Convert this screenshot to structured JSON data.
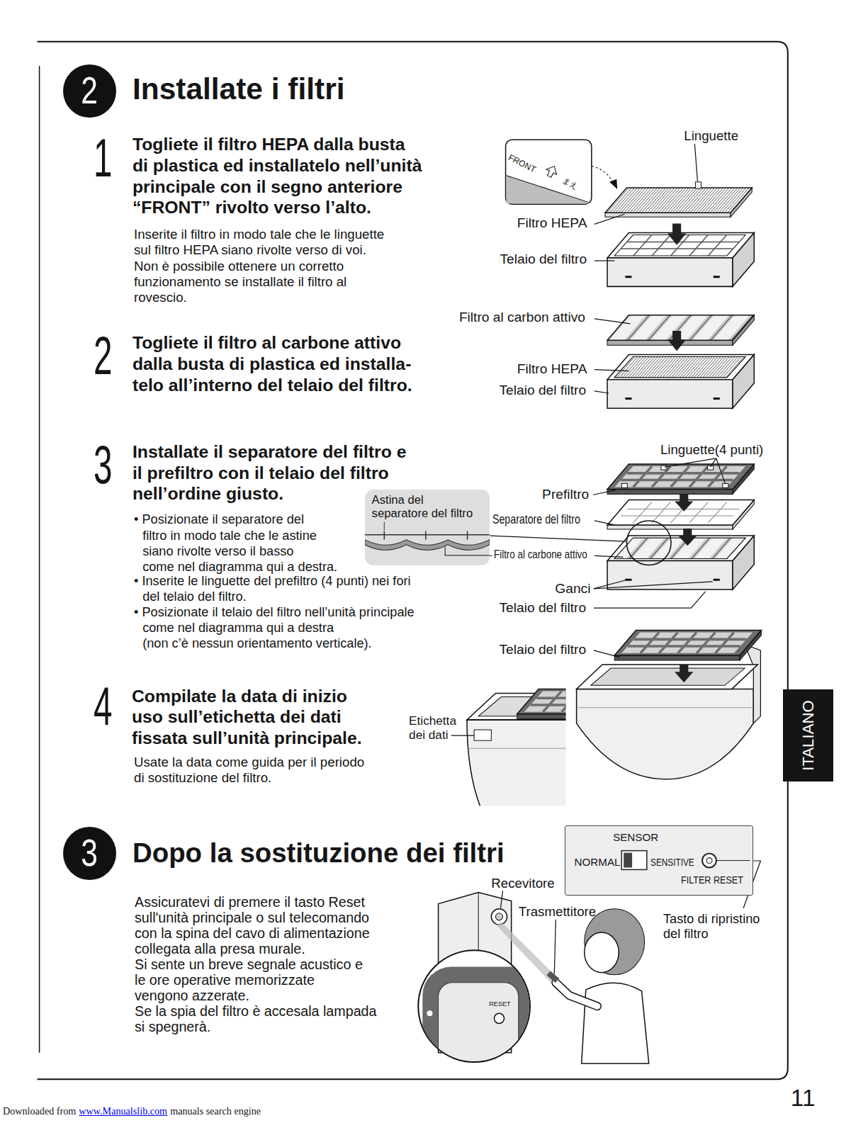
{
  "diagram": {
    "nodes": [
      {
        "text": [
          "2"
        ]
      },
      {
        "text": [
          "Astina del separatore del filtro"
        ]
      },
      {
        "text": [
          "ITALIANO"
        ]
      },
      {
        "text": [
          "3"
        ]
      },
      {
        "text": [
          "SENSOR",
          "NORMAL",
          "SENSITIVE",
          "FILTER RESET"
        ]
      }
    ],
    "labels": [
      "Installate i filtri",
      "1",
      "Togliete il filtro HEPA dalla busta di plastica ed installatelo nell’unità principale con il segno anteriore “FRONT” rivolto verso l’alto.",
      "Inserite il filtro in modo tale che le linguette sul filtro HEPA siano rivolte verso di voi. Non è possibile ottenere un corretto funzionamento se installate il filtro al rovescio.",
      "Linguette",
      "FRONT",
      "まえ",
      "Filtro HEPA",
      "Telaio del filtro",
      "Filtro al carbon attivo",
      "2",
      "Togliete il filtro al carbone attivo dalla busta di plastica ed installa- telo all’interno del telaio del filtro.",
      "Filtro HEPA",
      "Telaio del filtro",
      "3",
      "Installate il separatore del filtro e il prefiltro con il telaio del filtro nell’ordine giusto.",
      "Linguette(4 punti)",
      "Prefiltro",
      "Separatore del filtro",
      "Filtro al carbone attivo",
      "• Posizionate il separatore del filtro in modo tale che le astine siano rivolte verso il basso come nel diagramma qui a destra.",
      "• Inserite le linguette del prefiltro (4 punti) nei fori del telaio del filtro.",
      "• Posizionate il telaio del filtro nell’unità principale come nel diagramma qui a destra (non c’è nessun orientamento verticale).",
      "Ganci",
      "Telaio del filtro",
      "Telaio del filtro",
      "4",
      "Compilate la data di inizio uso sull’etichetta dei dati fissata sull’unità principale.",
      "Usate la data come guida per il periodo di sostituzione del filtro.",
      "Etichetta dei dati",
      "Dopo la sostituzione dei filtri",
      "Assicuratevi di premere il tasto Reset sull'unità principale o sul telecomando con la spina del cavo di alimentazione collegata alla presa murale.",
      "Si sente un breve segnale acustico e le ore operative memorizzate vengono azzerate.",
      "Se la spia del filtro è accesala lampada si spegnerà.",
      "Recevitore",
      "Trasmettitore",
      "Tasto di ripristino del filtro",
      "RESET",
      "11",
      "Downloaded from",
      "www.Manualslib.com",
      "manuals search engine"
    ]
  }
}
